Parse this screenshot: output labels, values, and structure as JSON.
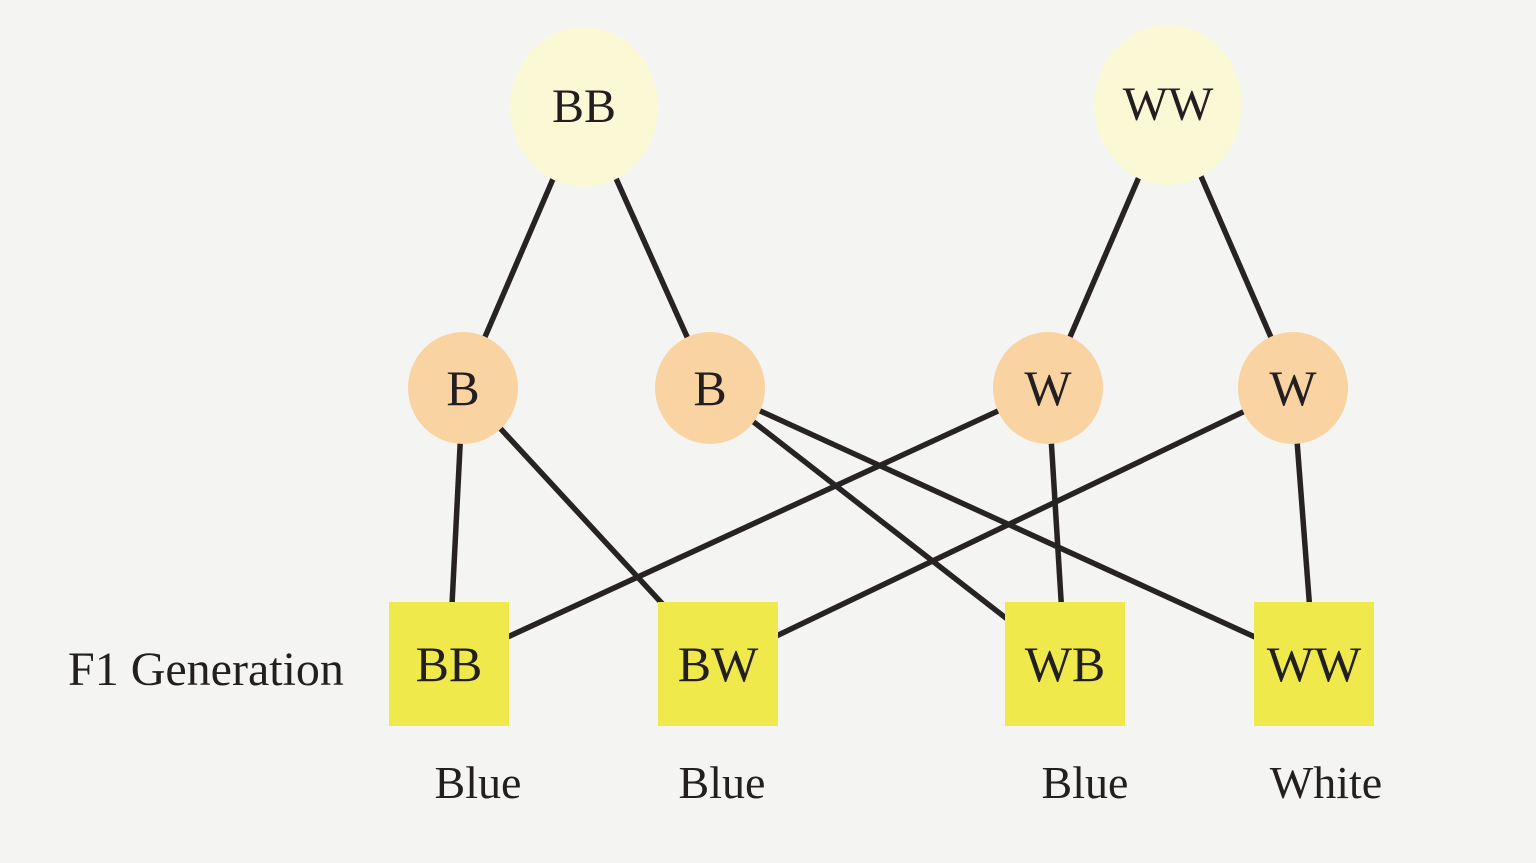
{
  "generation_label": "F1 Generation",
  "parents": [
    {
      "id": "p1",
      "label": "BB"
    },
    {
      "id": "p2",
      "label": "WW"
    }
  ],
  "gametes": [
    {
      "id": "g1",
      "label": "B"
    },
    {
      "id": "g2",
      "label": "B"
    },
    {
      "id": "g3",
      "label": "W"
    },
    {
      "id": "g4",
      "label": "W"
    }
  ],
  "offspring": [
    {
      "id": "o1",
      "label": "BB",
      "phenotype": "Blue"
    },
    {
      "id": "o2",
      "label": "BW",
      "phenotype": "Blue"
    },
    {
      "id": "o3",
      "label": "WB",
      "phenotype": "Blue"
    },
    {
      "id": "o4",
      "label": "WW",
      "phenotype": "White"
    }
  ],
  "edges": [
    [
      "p1",
      "g1"
    ],
    [
      "p1",
      "g2"
    ],
    [
      "p2",
      "g3"
    ],
    [
      "p2",
      "g4"
    ],
    [
      "g1",
      "o1"
    ],
    [
      "g3",
      "o1"
    ],
    [
      "g1",
      "o2"
    ],
    [
      "g4",
      "o2"
    ],
    [
      "g2",
      "o3"
    ],
    [
      "g3",
      "o3"
    ],
    [
      "g2",
      "o4"
    ],
    [
      "g4",
      "o4"
    ]
  ],
  "colors": {
    "background": "#f4f4f2",
    "parent_fill": "#fbf8d6",
    "gamete_fill": "#fad3a2",
    "offspring_fill": "#efe94c",
    "line": "#272324",
    "text": "#231f20"
  }
}
